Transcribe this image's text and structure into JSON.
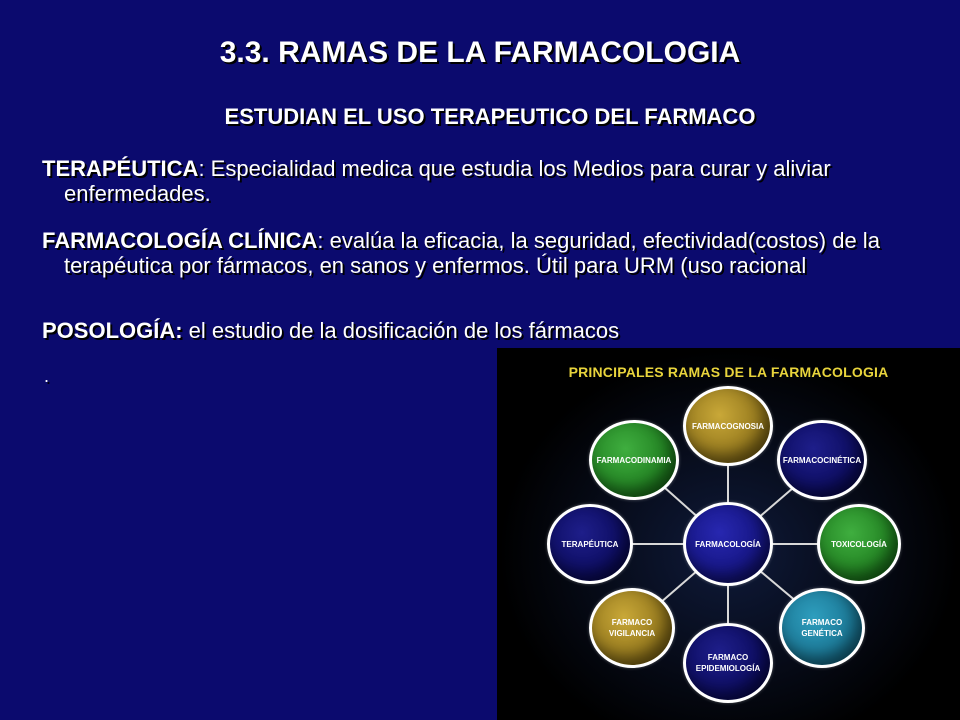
{
  "slide": {
    "title": "3.3. RAMAS DE LA FARMACOLOGIA",
    "subtitle": "ESTUDIAN EL USO TERAPEUTICO DEL FARMACO",
    "paragraphs": [
      {
        "term": "TERAPÉUTICA",
        "text": ": Especialidad medica que estudia los Medios para curar y aliviar enfermedades."
      },
      {
        "term": "FARMACOLOGÍA CLÍNICA",
        "text": ": evalúa la eficacia, la seguridad, efectividad(costos) de la terapéutica por fármacos, en sanos y enfermos. Útil para URM (uso racional"
      },
      {
        "term": "POSOLOGÍA:",
        "text": " el estudio de la dosificación de los fármacos"
      }
    ],
    "trailing_mark": "."
  },
  "diagram": {
    "title": "PRINCIPALES RAMAS DE LA FARMACOLOGIA",
    "center": "FARMACOLOGÍA",
    "nodes": {
      "farmacognosia": "FARMACOGNOSIA",
      "farmacocinetica": "FARMACOCINÉTICA",
      "toxicologia": "TOXICOLOGÍA",
      "farmacogenetica": "FARMACO GENÉTICA",
      "farmacoepidemiologia": "FARMACO EPIDEMIOLOGÍA",
      "farmacovigilancia": "FARMACO VIGILANCIA",
      "terapeutica": "TERAPÉUTICA",
      "farmacodinamia": "FARMACODINAMIA"
    },
    "colors": {
      "background": "#0b0a6e",
      "title_text": "#e8d43c",
      "yellow_node": "#8a6f18",
      "green_node": "#1d7a1d",
      "navy_node": "#0a0a5a",
      "teal_node": "#176f8c",
      "center_node": "#12127a"
    }
  }
}
